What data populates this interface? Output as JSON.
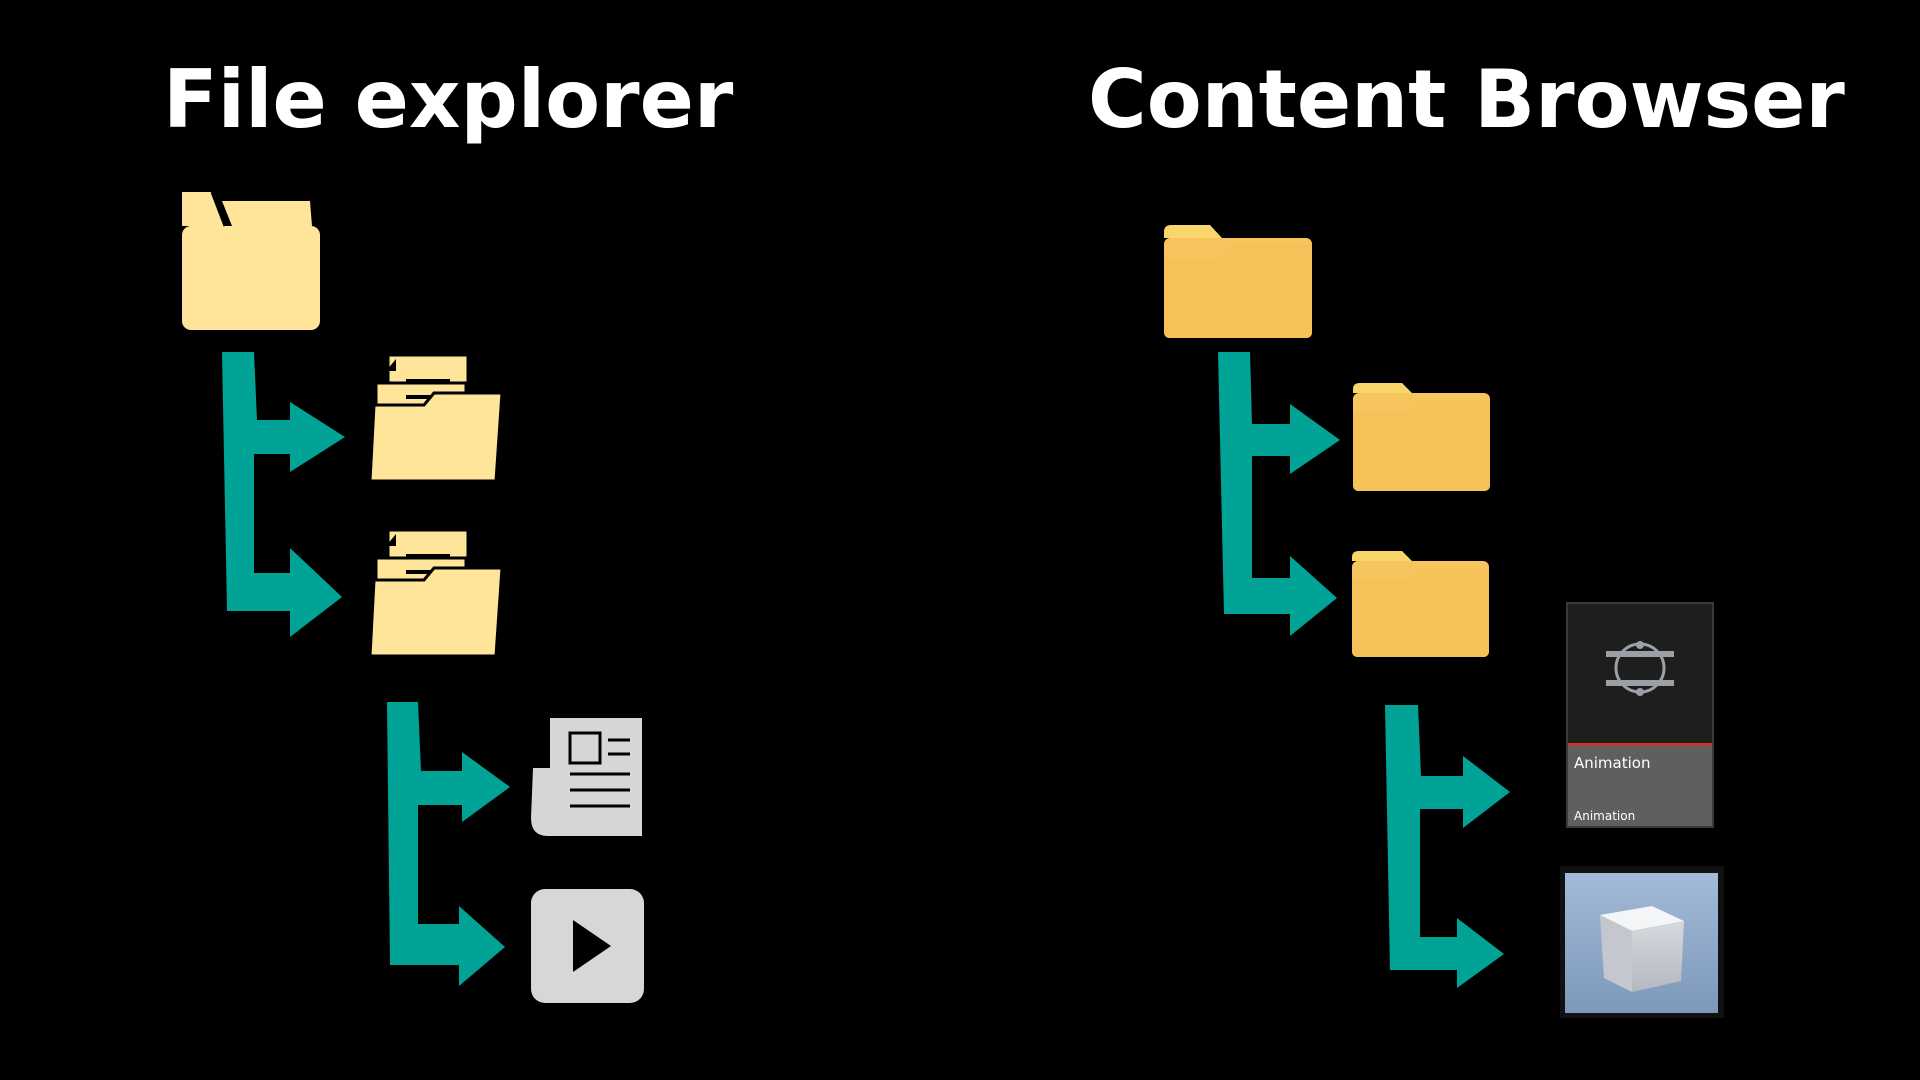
{
  "titles": {
    "left": "File explorer",
    "right": "Content Browser"
  },
  "animation_tile": {
    "name": "Animation",
    "type": "Animation"
  },
  "colors": {
    "background": "#000000",
    "arrow": "#00a396",
    "explorer_folder": "#fee59a",
    "browser_folder": "#f6c55d",
    "doc_icon": "#d4d7d6",
    "play_button": "#d5d8d7",
    "anim_header_bar": "#c0392b"
  },
  "icons": {
    "root_folder": "folder-icon",
    "subfolders": "open-folder-with-documents-icon",
    "document": "newspaper-document-icon",
    "media": "play-icon",
    "animation": "animation-asset-icon",
    "mesh": "cube-mesh-thumbnail-icon"
  }
}
